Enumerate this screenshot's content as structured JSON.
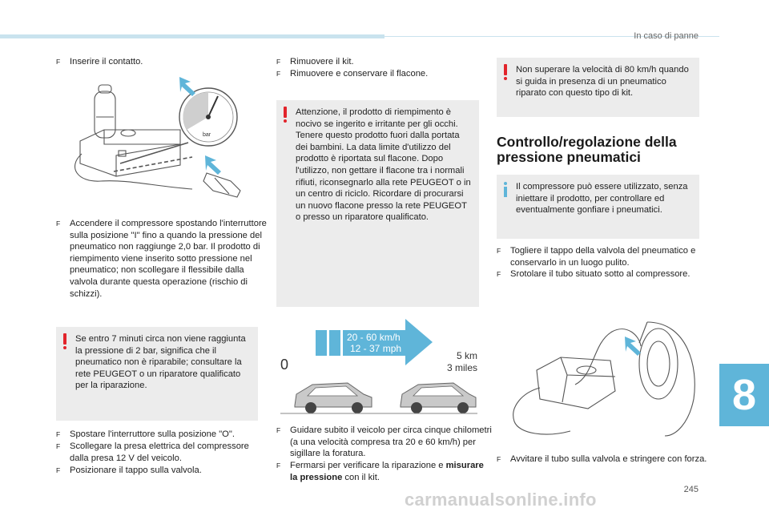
{
  "header": {
    "running_title": "In caso di panne"
  },
  "footer": {
    "page_number": "245",
    "chapter_tab": "8",
    "watermark": "carmanualsonline.info"
  },
  "bullet_glyph": "F",
  "col1": {
    "b1": "Inserire il contatto.",
    "b2": "Accendere il compressore spostando l'interruttore sulla posizione \"I\" fino a quando la pressione del pneumatico non raggiunge 2,0 bar. Il prodotto di riempimento viene inserito sotto pressione nel pneumatico; non scollegare il flessibile dalla valvola durante questa operazione (rischio di schizzi).",
    "warn": "Se entro 7 minuti circa non viene raggiunta la pressione di 2 bar, significa che il pneumatico non è riparabile; consultare la rete PEUGEOT o un riparatore qualificato per la riparazione.",
    "b3": "Spostare l'interruttore sulla posizione \"O\".",
    "b4": "Scollegare la presa elettrica del compressore dalla presa 12 V del veicolo.",
    "b5": "Posizionare il tappo sulla valvola.",
    "gauge_unit": "bar"
  },
  "col2": {
    "b1": "Rimuovere il kit.",
    "b2": "Rimuovere e conservare il flacone.",
    "warn": "Attenzione, il prodotto di riempimento è nocivo se ingerito e irritante per gli occhi. Tenere questo prodotto fuori dalla portata dei bambini. La data limite d'utilizzo del prodotto è riportata sul flacone. Dopo l'utilizzo, non gettare il flacone tra i normali rifiuti, riconsegnarlo alla rete PEUGEOT o in un centro di riciclo. Ricordare di procurarsi un nuovo flacone presso la rete PEUGEOT o presso un riparatore qualificato.",
    "speed_kmh": "20 - 60 km/h",
    "speed_mph": "12 - 37 mph",
    "dist_km": "5 km",
    "dist_miles": "3 miles",
    "zero": "0",
    "b3": "Guidare subito il veicolo per circa cinque chilometri (a una velocità compresa tra 20 e 60 km/h) per sigillare la foratura.",
    "b4_pre": "Fermarsi per verificare la riparazione e ",
    "b4_bold": "misurare la pressione",
    "b4_post": " con il kit."
  },
  "col3": {
    "warn": "Non superare la velocità di 80 km/h quando si guida in presenza di un pneumatico riparato con questo tipo di kit.",
    "heading": "Controllo/regolazione della pressione pneumatici",
    "info": "Il compressore può essere utilizzato, senza iniettare il prodotto, per controllare ed eventualmente gonfiare i pneumatici.",
    "b1": "Togliere il tappo della valvola del pneumatico e conservarlo in un luogo pulito.",
    "b2": "Srotolare il tubo situato sotto al compressore.",
    "b3": "Avvitare il tubo sulla valvola e stringere con forza."
  },
  "colors": {
    "accent": "#5fb5d9",
    "warning": "#e2242b",
    "box_bg": "#ececec"
  }
}
